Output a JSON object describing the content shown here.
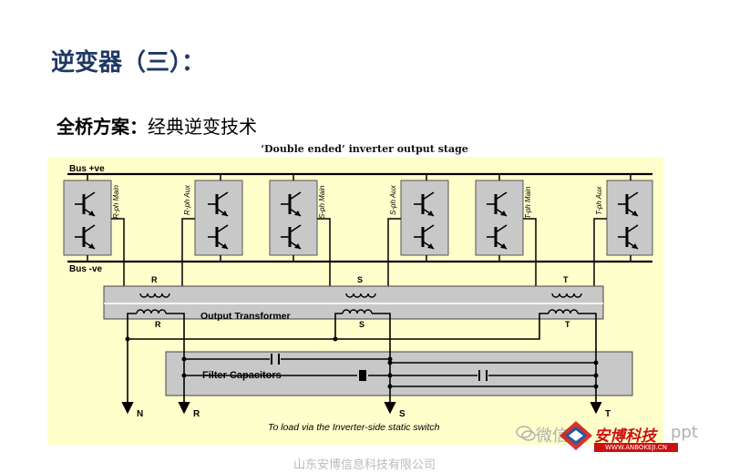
{
  "slide": {
    "title": "逆变器（三）：",
    "subtitle_bold": "全桥方案：",
    "subtitle_rest": "经典逆变技术",
    "footer": "山东安博信息科技有限公司"
  },
  "diagram": {
    "caption": "‘Double ended’ inverter output stage",
    "bus_pos": "Bus +ve",
    "bus_neg": "Bus -ve",
    "transformer": "Output Transformer",
    "filter": "Filter Capacitors",
    "load_note": "To load via the Inverter-side static switch",
    "phase_labels": [
      "R",
      "S",
      "T"
    ],
    "switch_labels": [
      "R-ph Main",
      "R-ph Aux",
      "S-ph Main",
      "S-ph Aux",
      "T-ph Main",
      "T-ph Aux"
    ],
    "outputs": [
      "N",
      "R",
      "S",
      "T"
    ]
  },
  "watermark": {
    "left": "微信号",
    "brand_cn": "安博科技",
    "brand_en": "WWW.ANBOKEJI.CN",
    "right": "ppt"
  },
  "colors": {
    "title": "#1f3864",
    "background": "#ffffcc",
    "panel": "#c8c8c8",
    "brand": "#cc1111"
  }
}
